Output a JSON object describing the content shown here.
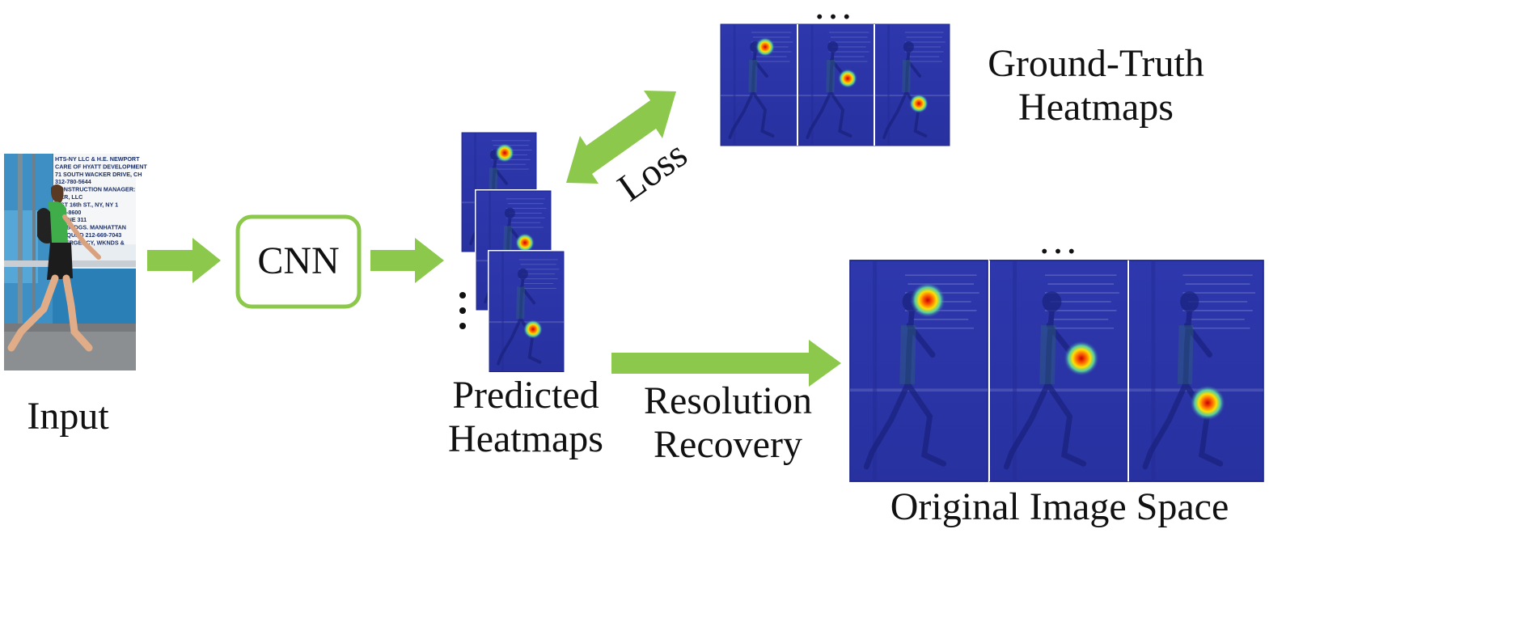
{
  "labels": {
    "input": "Input",
    "cnn": "CNN",
    "predicted_line1": "Predicted",
    "predicted_line2": "Heatmaps",
    "loss": "Loss",
    "ground_truth_line1": "Ground-Truth",
    "ground_truth_line2": "Heatmaps",
    "resolution_line1": "Resolution",
    "resolution_line2": "Recovery",
    "original_space": "Original Image Space",
    "ellipsis_gt": "…",
    "ellipsis_orig": "…"
  },
  "sign_text": [
    "HTS-NY LLC & H.E. NEWPORT",
    "CARE OF HYATT DEVELOPMENT",
    "71 SOUTH WACKER DRIVE, CH",
    "312-780-5644",
    "CONSTRUCTION MANAGER:",
    "F        ER, LLC",
    "   EST 16th ST., NY, NY 1",
    "   631-8600",
    "PHONE 311",
    "  OF BLDGS. MANHATTAN",
    "  T. SQUAD 212-669-7043",
    "  EMERGENCY, WKNDS &"
  ],
  "colors": {
    "arrow_green": "#8cc84b",
    "cnn_border": "#8cc84b",
    "heatmap_bg": "#2b35a8",
    "heatmap_dark": "#1d2690",
    "text": "#111111"
  }
}
